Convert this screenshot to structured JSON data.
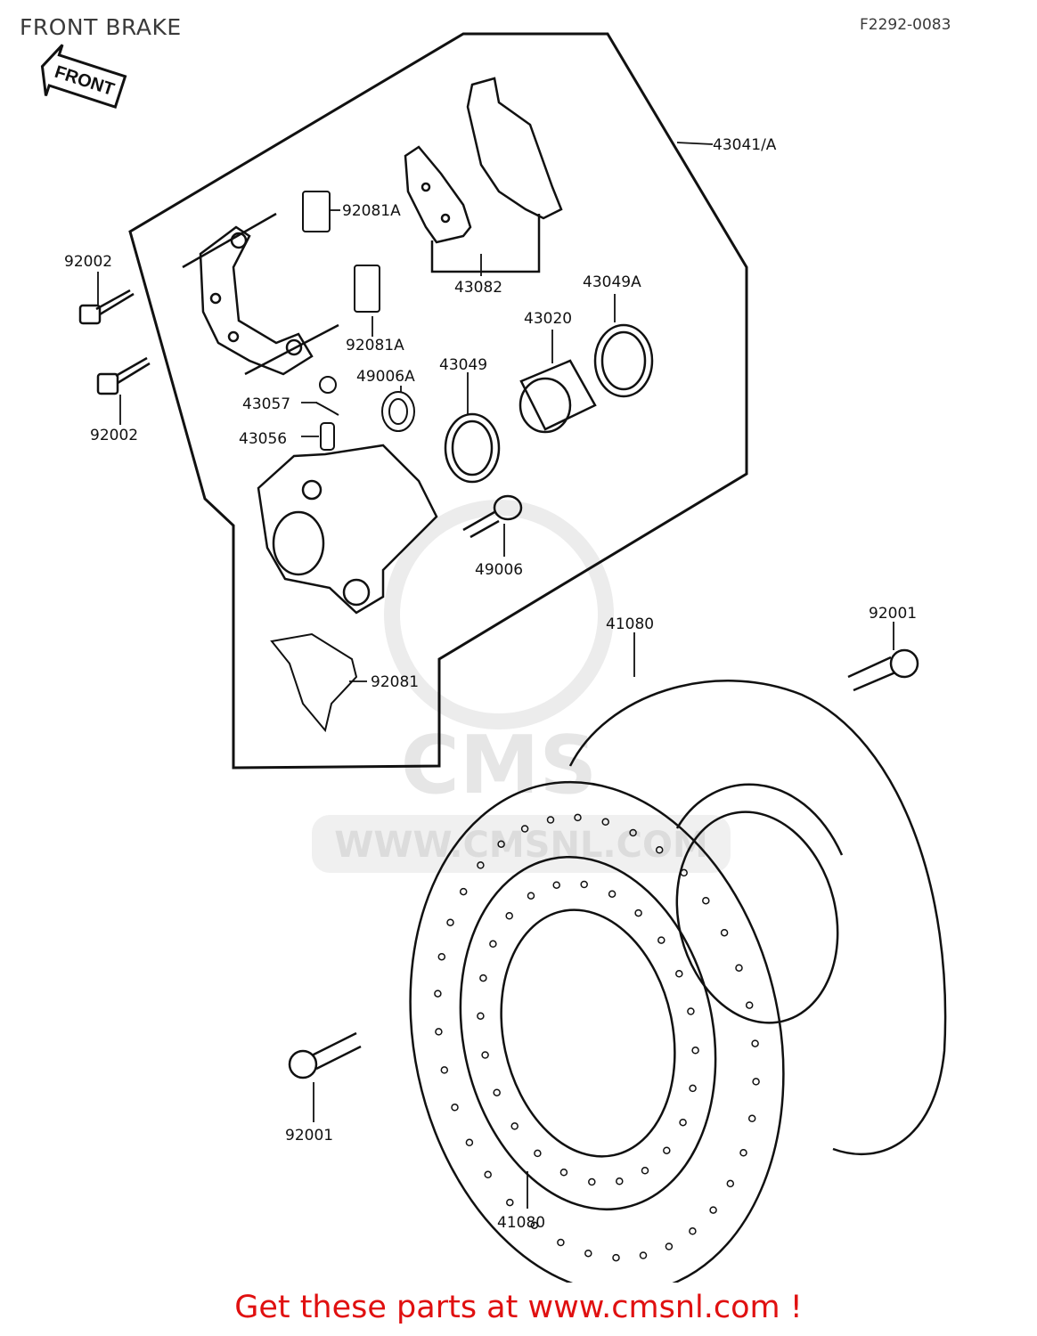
{
  "header": {
    "title": "FRONT BRAKE",
    "diagram_code": "F2292-0083"
  },
  "front_arrow": {
    "label": "FRONT"
  },
  "watermark": {
    "brand": "CMS",
    "url": "WWW.CMSNL.COM"
  },
  "parts": {
    "caliper_assy": "43041/A",
    "pad_clip_a_upper": "92081A",
    "bolt_upper": "92002",
    "pad_set": "43082",
    "seal_a": "43049A",
    "piston": "43020",
    "pad_clip_a_lower": "92081A",
    "bolt_lower": "92002",
    "cap": "43057",
    "boot": "49006A",
    "seal": "43049",
    "bleeder": "43056",
    "pin_bolt": "49006",
    "spring_clip": "92081",
    "disc_upper": "41080",
    "disc_bolt_right": "92001",
    "disc_bolt_left": "92001",
    "disc_lower": "41080"
  },
  "footer": {
    "cta": "Get these parts at www.cmsnl.com !"
  },
  "colors": {
    "line": "#111111",
    "cta": "#e01010",
    "watermark": "#e6e6e6"
  }
}
